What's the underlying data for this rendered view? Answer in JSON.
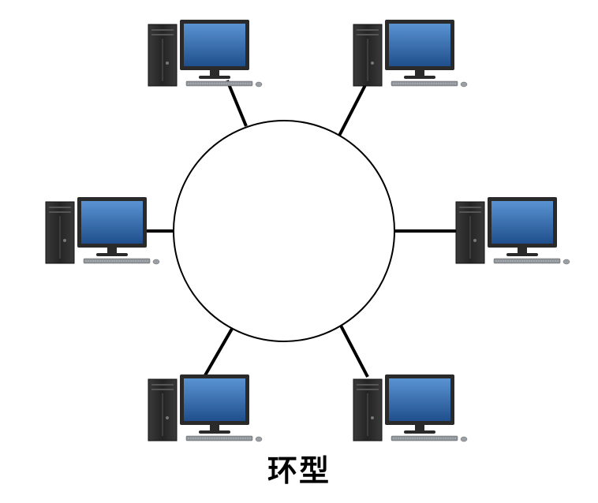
{
  "diagram": {
    "caption": "环型",
    "nodes": [
      {
        "id": "top-left",
        "icon": "desktop-computer-icon"
      },
      {
        "id": "top-right",
        "icon": "desktop-computer-icon"
      },
      {
        "id": "middle-left",
        "icon": "desktop-computer-icon"
      },
      {
        "id": "middle-right",
        "icon": "desktop-computer-icon"
      },
      {
        "id": "bottom-left",
        "icon": "desktop-computer-icon"
      },
      {
        "id": "bottom-right",
        "icon": "desktop-computer-icon"
      }
    ],
    "ring": {
      "shape": "circle"
    },
    "colors": {
      "screen": "#2f6fb8",
      "bezel": "#2a2a2a",
      "tower": "#2b2b2b",
      "link": "#000000",
      "keyboard": "#9aa0a6"
    }
  }
}
